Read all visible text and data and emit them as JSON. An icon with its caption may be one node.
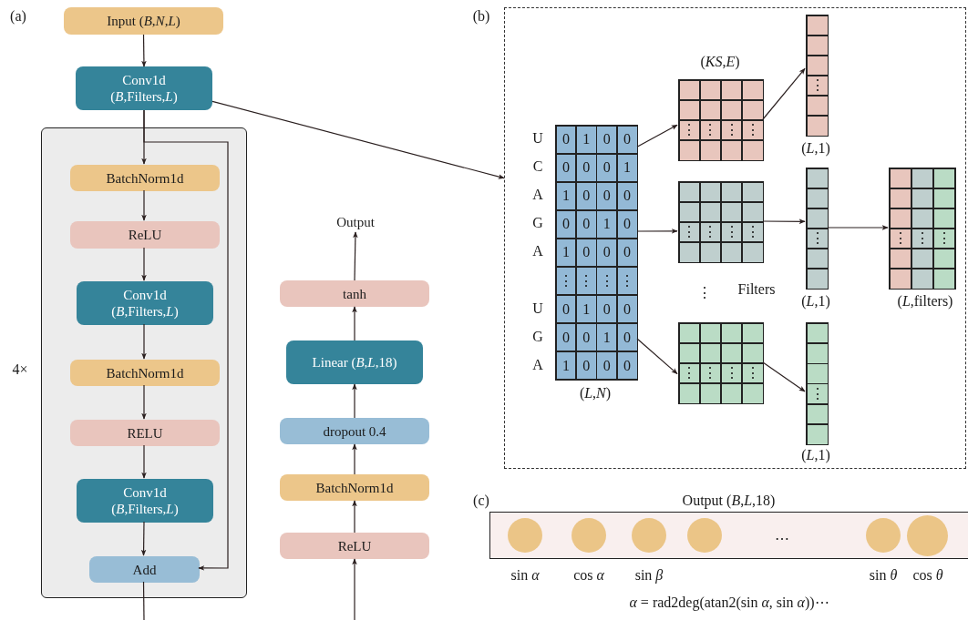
{
  "diagram": {
    "nodes": [
      {
        "text": [
          "Input (*B*,*N*,*L*)"
        ]
      },
      {
        "text": [
          "Conv1d (*B*,Filters,*L*)"
        ]
      },
      {
        "text": [],
        "shape": "box",
        "beside": [
          "4×"
        ]
      },
      {
        "text": [
          "BatchNorm1d"
        ],
        "in": 2
      },
      {
        "text": [
          "ReLU"
        ],
        "in": 2
      },
      {
        "text": [
          "Conv1d (*B*,Filters,*L*)"
        ],
        "in": 2
      },
      {
        "text": [
          "BatchNorm1d"
        ],
        "in": 2
      },
      {
        "text": [
          "RELU"
        ],
        "in": 2
      },
      {
        "text": [
          "Conv1d (*B*,Filters,*L*)"
        ],
        "in": 2
      },
      {
        "text": [
          "Add"
        ],
        "in": 2
      },
      {
        "text": [
          "ReLU"
        ]
      },
      {
        "text": [
          "BatchNorm1d"
        ]
      },
      {
        "text": [
          "dropout 0.4"
        ]
      },
      {
        "text": [
          "Linear (*B*,*L*,18)"
        ]
      },
      {
        "text": [
          "tanh"
        ]
      },
      {
        "text": [
          "Output"
        ]
      },
      {
        "text": [],
        "shape": "box"
      },
      {
        "text": [
          "0",
          "1",
          "0",
          "0",
          "0",
          "0",
          "0",
          "1",
          "1",
          "0",
          "0",
          "0",
          "0",
          "0",
          "1",
          "0",
          "1",
          "0",
          "0",
          "0",
          "⋮",
          "⋮",
          "⋮",
          "⋮",
          "0",
          "1",
          "0",
          "0",
          "0",
          "0",
          "1",
          "0",
          "1",
          "0",
          "0",
          "0"
        ],
        "in": 16,
        "beside": [
          "U",
          "C",
          "A",
          "G",
          "A",
          "U",
          "G",
          "A",
          "(*L*,*N*)"
        ]
      },
      {
        "text": [
          "⋮",
          "⋮",
          "⋮",
          "⋮"
        ],
        "in": 16,
        "beside": [
          "(*KS*,*E*)"
        ]
      },
      {
        "text": [
          "⋮",
          "⋮",
          "⋮",
          "⋮"
        ],
        "in": 16
      },
      {
        "text": [
          "⋮",
          "⋮",
          "⋮",
          "⋮"
        ],
        "in": 16
      },
      {
        "text": [
          "⋮"
        ],
        "in": 16,
        "beside": [
          "(*L*,1)"
        ]
      },
      {
        "text": [
          "⋮"
        ],
        "in": 16,
        "beside": [
          "(*L*,1)"
        ]
      },
      {
        "text": [
          "⋮"
        ],
        "in": 16,
        "beside": [
          "(*L*,1)"
        ]
      },
      {
        "text": [
          "⋮",
          "⋮",
          "⋮"
        ],
        "in": 16,
        "beside": [
          "(*L*,filters)"
        ]
      },
      {
        "text": [
          "Output (*B*,*L*,18)"
        ]
      },
      {
        "text": [],
        "shape": "circle",
        "in": 25,
        "beside": [
          "sin *α*"
        ]
      },
      {
        "text": [],
        "shape": "circle",
        "in": 25,
        "beside": [
          "cos *α*"
        ]
      },
      {
        "text": [],
        "shape": "circle",
        "in": 25,
        "beside": [
          "sin *β*"
        ]
      },
      {
        "text": [],
        "shape": "circle",
        "in": 25
      },
      {
        "text": [],
        "shape": "circle",
        "in": 25,
        "beside": [
          "sin *θ*"
        ]
      },
      {
        "text": [],
        "shape": "circle",
        "in": 25,
        "beside": [
          "cos *θ*"
        ]
      }
    ],
    "edges": [
      {
        "from": 0,
        "to": 1,
        "arrow": "to"
      },
      {
        "from": 1,
        "to": 3,
        "arrow": "to"
      },
      {
        "from": 1,
        "to": 9,
        "arrow": "to"
      },
      {
        "from": 3,
        "to": 4,
        "arrow": "to"
      },
      {
        "from": 4,
        "to": 5,
        "arrow": "to"
      },
      {
        "from": 5,
        "to": 6,
        "arrow": "to"
      },
      {
        "from": 6,
        "to": 7,
        "arrow": "to"
      },
      {
        "from": 7,
        "to": 8,
        "arrow": "to"
      },
      {
        "from": 8,
        "to": 9,
        "arrow": "to"
      },
      {
        "from": 9,
        "to": null,
        "arrow": "none"
      },
      {
        "from": null,
        "to": 10,
        "arrow": "to"
      },
      {
        "from": 10,
        "to": 11,
        "arrow": "to"
      },
      {
        "from": 11,
        "to": 12,
        "arrow": "to"
      },
      {
        "from": 12,
        "to": 13,
        "arrow": "to"
      },
      {
        "from": 13,
        "to": 14,
        "arrow": "to"
      },
      {
        "from": 14,
        "to": 15,
        "arrow": "to"
      },
      {
        "from": 1,
        "to": 16,
        "arrow": "to"
      },
      {
        "from": 17,
        "to": 18,
        "arrow": "to"
      },
      {
        "from": 17,
        "to": 19,
        "arrow": "to"
      },
      {
        "from": 17,
        "to": 20,
        "arrow": "to"
      },
      {
        "from": 18,
        "to": 21,
        "arrow": "to"
      },
      {
        "from": 19,
        "to": 22,
        "arrow": "to"
      },
      {
        "from": 20,
        "to": 23,
        "arrow": "to"
      },
      {
        "from": 22,
        "to": 24,
        "arrow": "to"
      }
    ],
    "labels": [
      "(a)",
      "(b)",
      "⋮",
      "Filters",
      "(c)",
      "⋯",
      "*α* = rad2deg(atan2(sin *α*, sin *α*))⋯"
    ]
  }
}
